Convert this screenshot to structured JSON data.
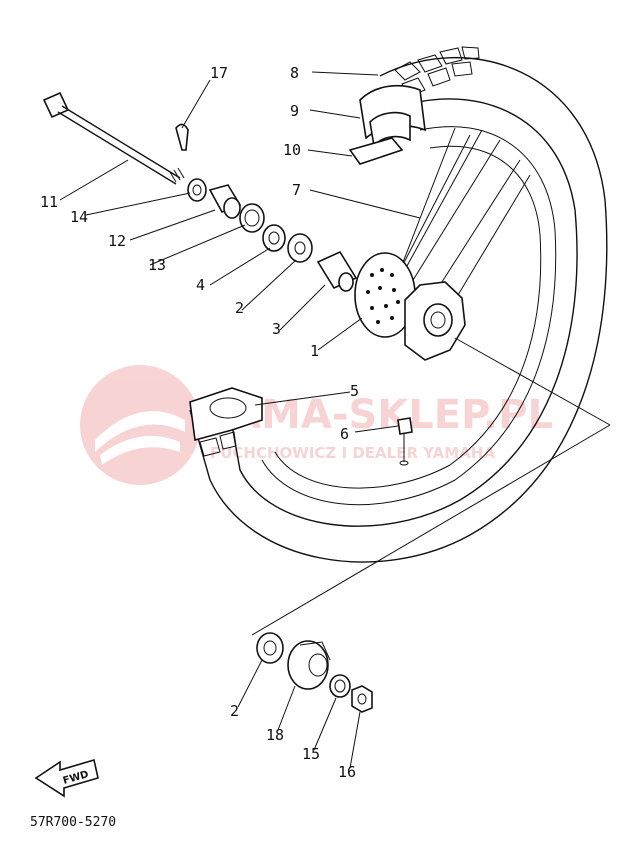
{
  "diagram": {
    "part_code": "57R700-5270",
    "fwd_label": "FWD",
    "watermark": {
      "title": "YAMA-SKLEP.PL",
      "subtitle": "FUCHCHOWICZ I DEALER YAMAHA",
      "color": "#e23b3b"
    },
    "callouts": [
      "1",
      "2",
      "3",
      "4",
      "5",
      "6",
      "7",
      "8",
      "9",
      "10",
      "11",
      "12",
      "13",
      "14",
      "15",
      "16",
      "17",
      "18",
      "2"
    ]
  }
}
